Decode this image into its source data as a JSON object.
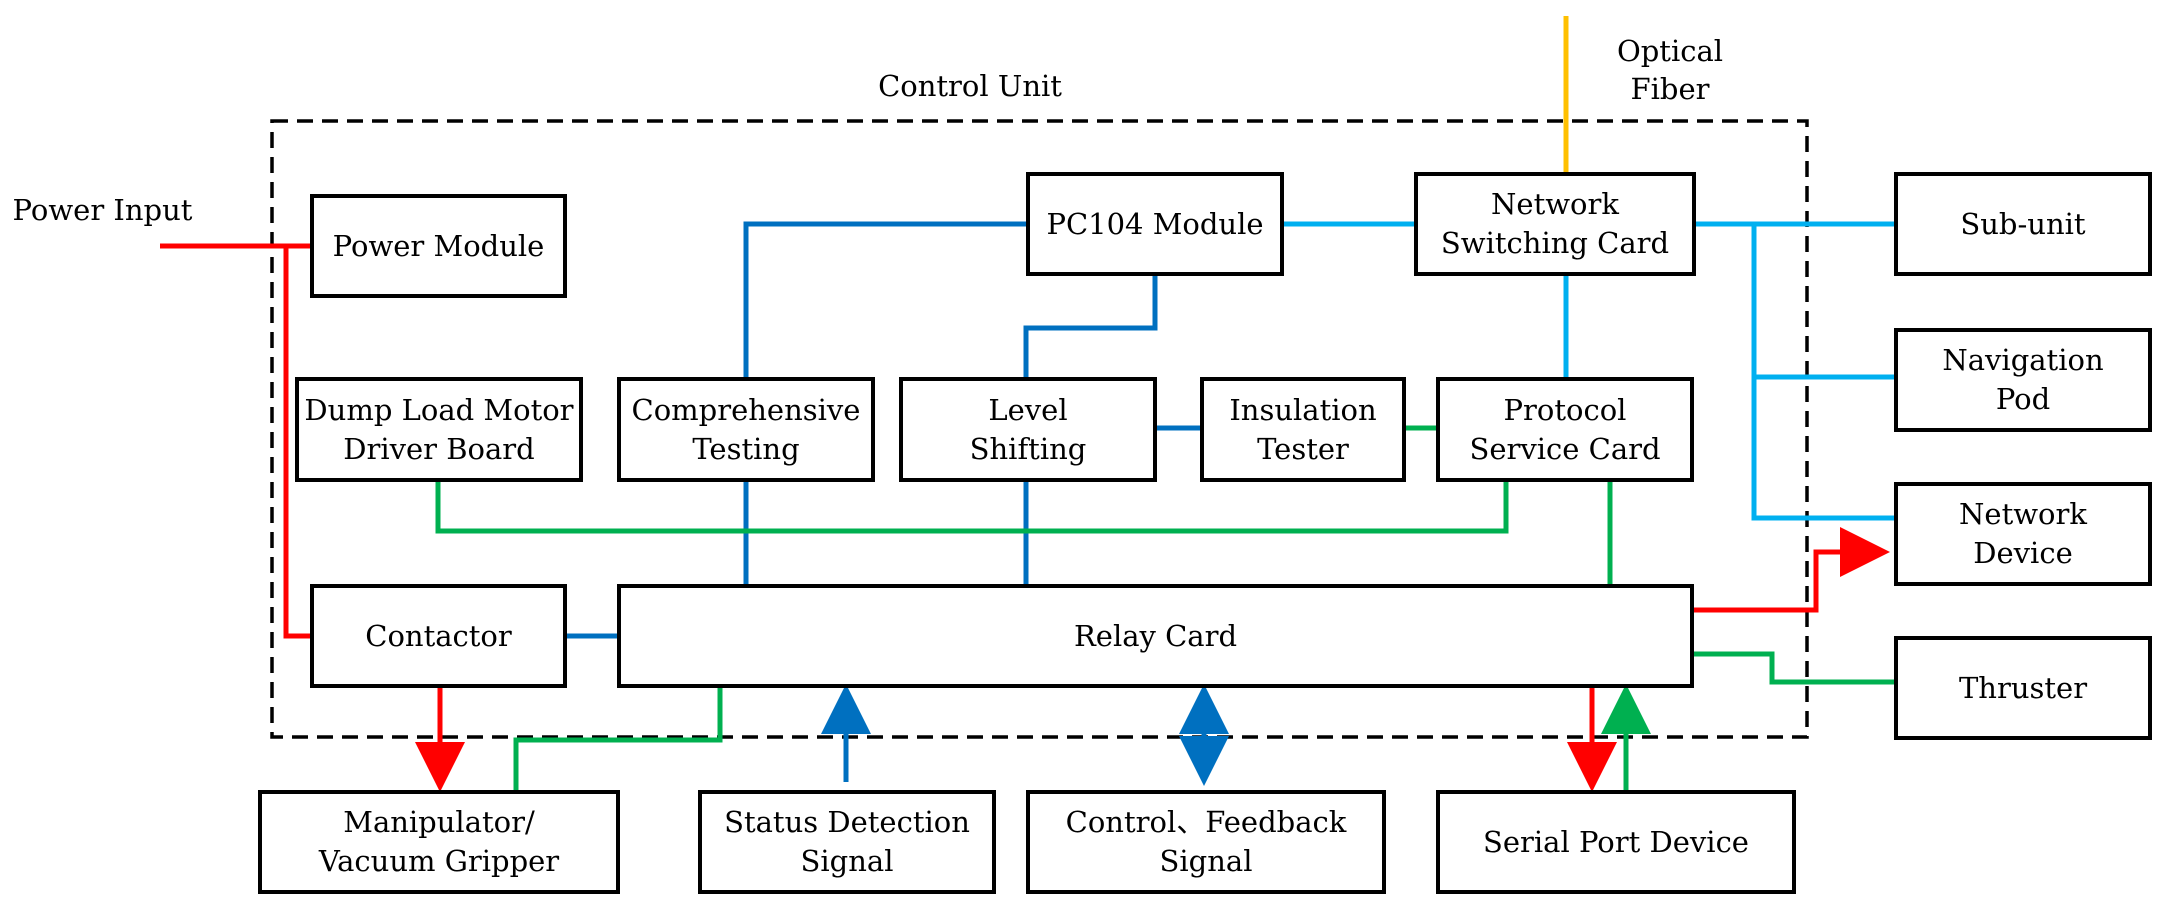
{
  "diagram": {
    "unit_title": "Control Unit",
    "optical_fiber": "Optical\nFiber",
    "power_input": "Power Input",
    "boxes": {
      "power_module": "Power Module",
      "pc104": "PC104 Module",
      "network_switching": "Network\nSwitching Card",
      "sub_unit": "Sub-unit",
      "navigation_pod": "Navigation\nPod",
      "network_device": "Network\nDevice",
      "thruster": "Thruster",
      "dump_load": "Dump Load Motor\nDriver Board",
      "comprehensive": "Comprehensive\nTesting",
      "level_shifting": "Level\nShifting",
      "insulation": "Insulation\nTester",
      "protocol": "Protocol\nService Card",
      "contactor": "Contactor",
      "relay": "Relay Card",
      "manipulator": "Manipulator/\nVacuum Gripper",
      "status_detection": "Status Detection\nSignal",
      "control_feedback": "Control、Feedback\nSignal",
      "serial_port": "Serial Port Device"
    },
    "colors": {
      "power": "#ff0000",
      "dark_blue": "#0070c0",
      "light_blue": "#00b0f0",
      "green": "#00b050",
      "orange": "#ffc000",
      "border": "#000000"
    }
  }
}
